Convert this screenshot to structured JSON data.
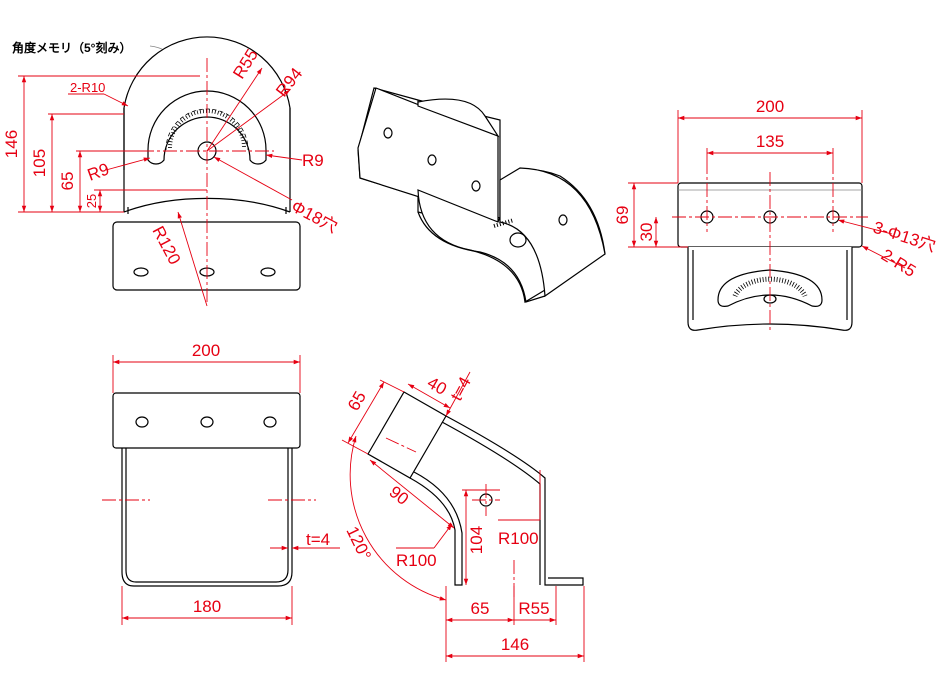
{
  "note": {
    "scale_label": "角度メモリ（5°刻み）"
  },
  "front_view": {
    "dims": {
      "r55": "R55",
      "r94": "R94",
      "r10": "2-R10",
      "h146": "146",
      "h105": "105",
      "h65": "65",
      "h25": "25",
      "r9_left": "R9",
      "r9_right": "R9",
      "hole": "Φ18穴",
      "r120": "R120"
    }
  },
  "iso_view": {},
  "top_view": {
    "dims": {
      "w200": "200",
      "w135": "135",
      "h69": "69",
      "h30": "30",
      "holes": "3-Φ13穴",
      "r5": "2-R5"
    }
  },
  "bottom_view": {
    "dims": {
      "w200": "200",
      "w180": "180",
      "t": "t=4"
    }
  },
  "side_view": {
    "dims": {
      "d65": "65",
      "d40": "40",
      "t": "t=4",
      "d90": "90",
      "angle": "120°",
      "r100_left": "R100",
      "d104": "104",
      "r100_right": "R100",
      "b65": "65",
      "r55": "R55",
      "b146": "146"
    }
  },
  "colors": {
    "dimension": "#e60012",
    "outline": "#000000"
  }
}
